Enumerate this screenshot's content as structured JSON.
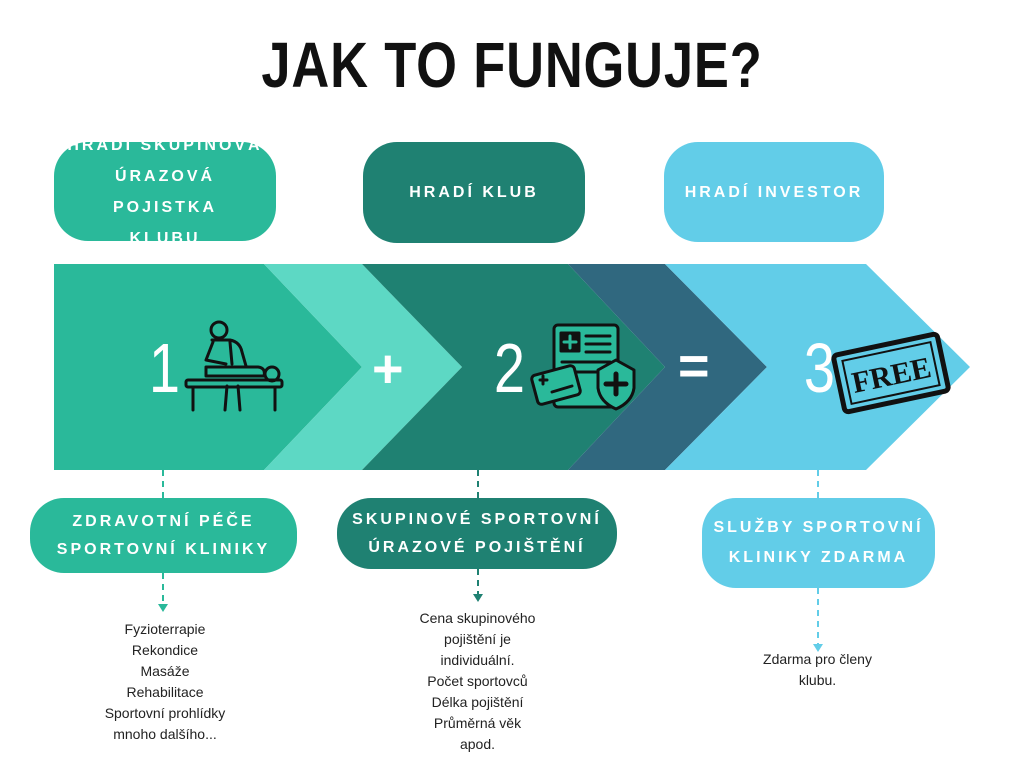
{
  "title": "JAK TO FUNGUJE?",
  "colors": {
    "green": "#2ab99a",
    "light_green": "#5dd8c4",
    "dark_teal": "#1f8172",
    "navy_teal": "#30687f",
    "sky_blue": "#62cde8"
  },
  "payers": [
    {
      "lines": [
        "HRADÍ SKUPINOVÁ",
        "ÚRAZOVÁ POJISTKA",
        "KLUBU"
      ]
    },
    {
      "lines": [
        "HRADÍ KLUB"
      ]
    },
    {
      "lines": [
        "HRADÍ INVESTOR"
      ]
    }
  ],
  "steps": [
    {
      "number": "1",
      "icon": "massage-therapy-icon"
    },
    {
      "number": "2",
      "icon": "insurance-document-icon"
    },
    {
      "number": "3",
      "icon": "free-stamp-icon",
      "stamp_text": "FREE"
    }
  ],
  "operators": {
    "plus": "+",
    "equals": "="
  },
  "outcomes": [
    {
      "lines": [
        "ZDRAVOTNÍ PÉČE",
        "SPORTOVNÍ KLINIKY"
      ]
    },
    {
      "lines": [
        "SKUPINOVÉ SPORTOVNÍ",
        "ÚRAZOVÉ POJIŠTĚNÍ"
      ]
    },
    {
      "lines": [
        "SLUŽBY SPORTOVNÍ",
        "KLINIKY ZDARMA"
      ]
    }
  ],
  "notes": [
    {
      "text": "Fyzioterrapie\nRekondice\nMasáže\nRehabilitace\nSportovní prohlídky\nmnoho dalšího..."
    },
    {
      "text": "Cena skupinového\npojištění je\nindividuální.\nPočet sportovců\nDélka pojištění\nPrůměrná věk\napod."
    },
    {
      "text": "Zdarma pro členy\nklubu."
    }
  ]
}
